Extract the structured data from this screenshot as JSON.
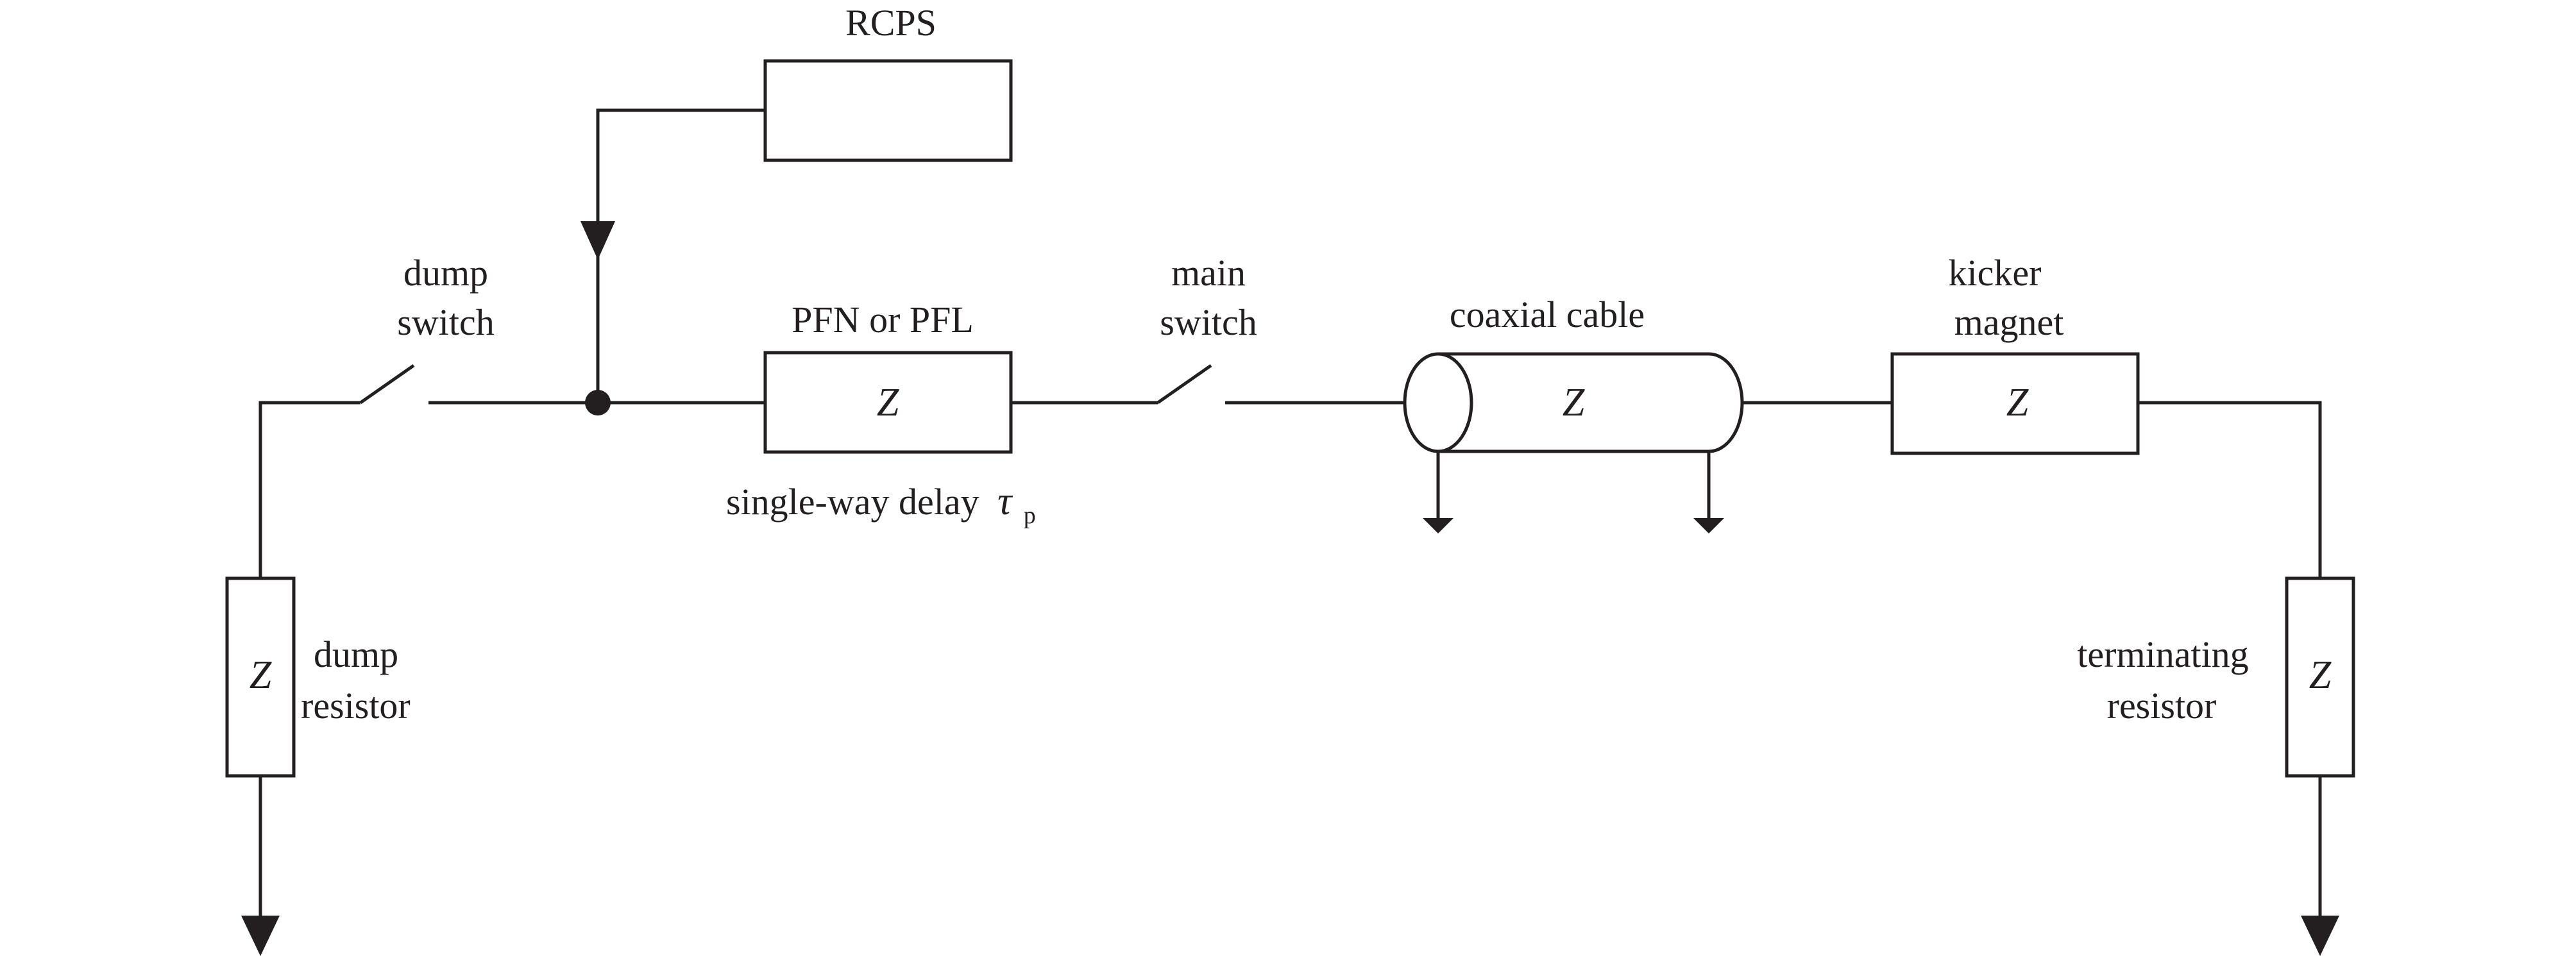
{
  "labels": {
    "rcps": "RCPS",
    "dump_switch": [
      "dump",
      "switch"
    ],
    "pfn": "PFN or PFL",
    "delay": "single-way delay",
    "tau": "τ",
    "tau_sub": "p",
    "main_switch": [
      "main",
      "switch"
    ],
    "coax": "coaxial cable",
    "kicker": [
      "kicker",
      "magnet"
    ],
    "dump_resistor": [
      "dump",
      "resistor"
    ],
    "terminating_resistor": [
      "terminating",
      "resistor"
    ]
  },
  "impedance_symbol": "Z"
}
